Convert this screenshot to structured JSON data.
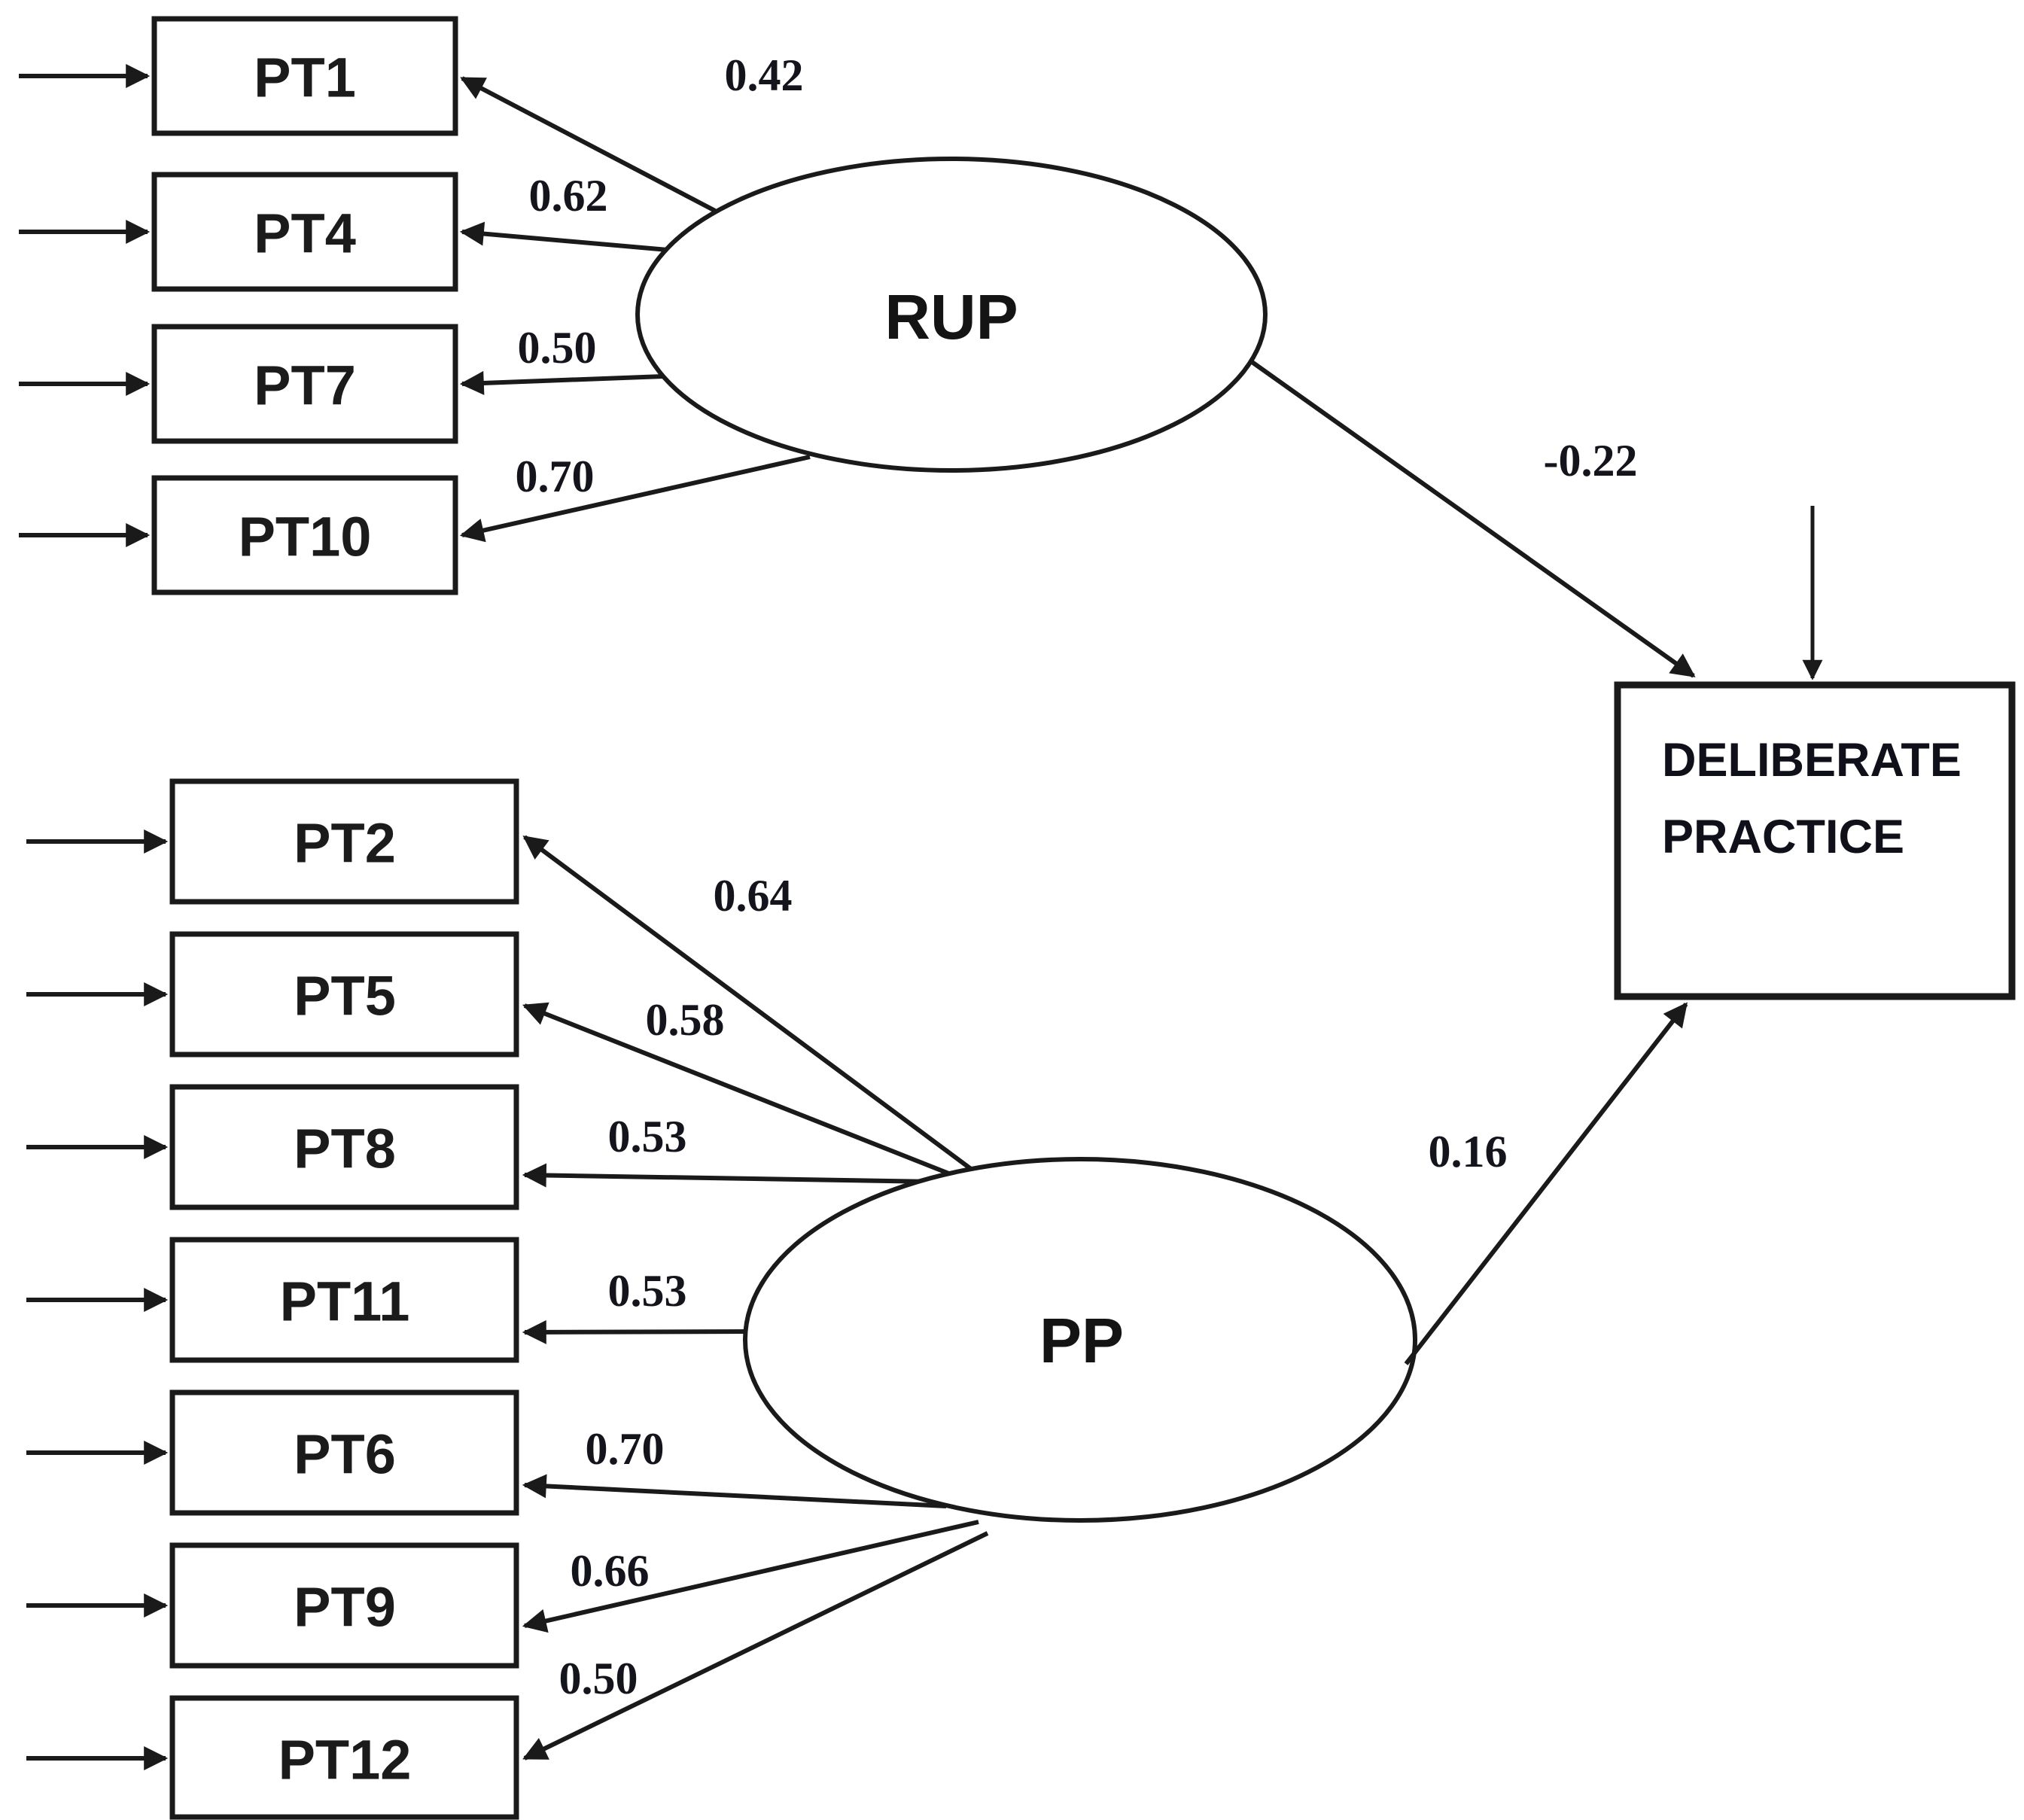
{
  "figure": {
    "background": "#ffffff",
    "ink_color": "#1a1a1a",
    "label_color": "#14141c",
    "type": "structural-equation-model-path-diagram"
  },
  "model": {
    "rup": {
      "name": "RUP",
      "indicators": [
        {
          "label": "PT1",
          "loading": "0.42"
        },
        {
          "label": "PT4",
          "loading": "0.62"
        },
        {
          "label": "PT7",
          "loading": "0.50"
        },
        {
          "label": "PT10",
          "loading": "0.70"
        }
      ],
      "path_coefficient": "-0.22"
    },
    "pp": {
      "name": "PP",
      "indicators": [
        {
          "label": "PT2",
          "loading": "0.64"
        },
        {
          "label": "PT5",
          "loading": "0.58"
        },
        {
          "label": "PT8",
          "loading": "0.53"
        },
        {
          "label": "PT11",
          "loading": "0.53"
        },
        {
          "label": "PT6",
          "loading": "0.70"
        },
        {
          "label": "PT9",
          "loading": "0.66"
        },
        {
          "label": "PT12",
          "loading": "0.50"
        }
      ],
      "path_coefficient": "0.16"
    },
    "outcome": {
      "name_line1": "DELIBERATE",
      "name_line2": "PRACTICE"
    }
  }
}
